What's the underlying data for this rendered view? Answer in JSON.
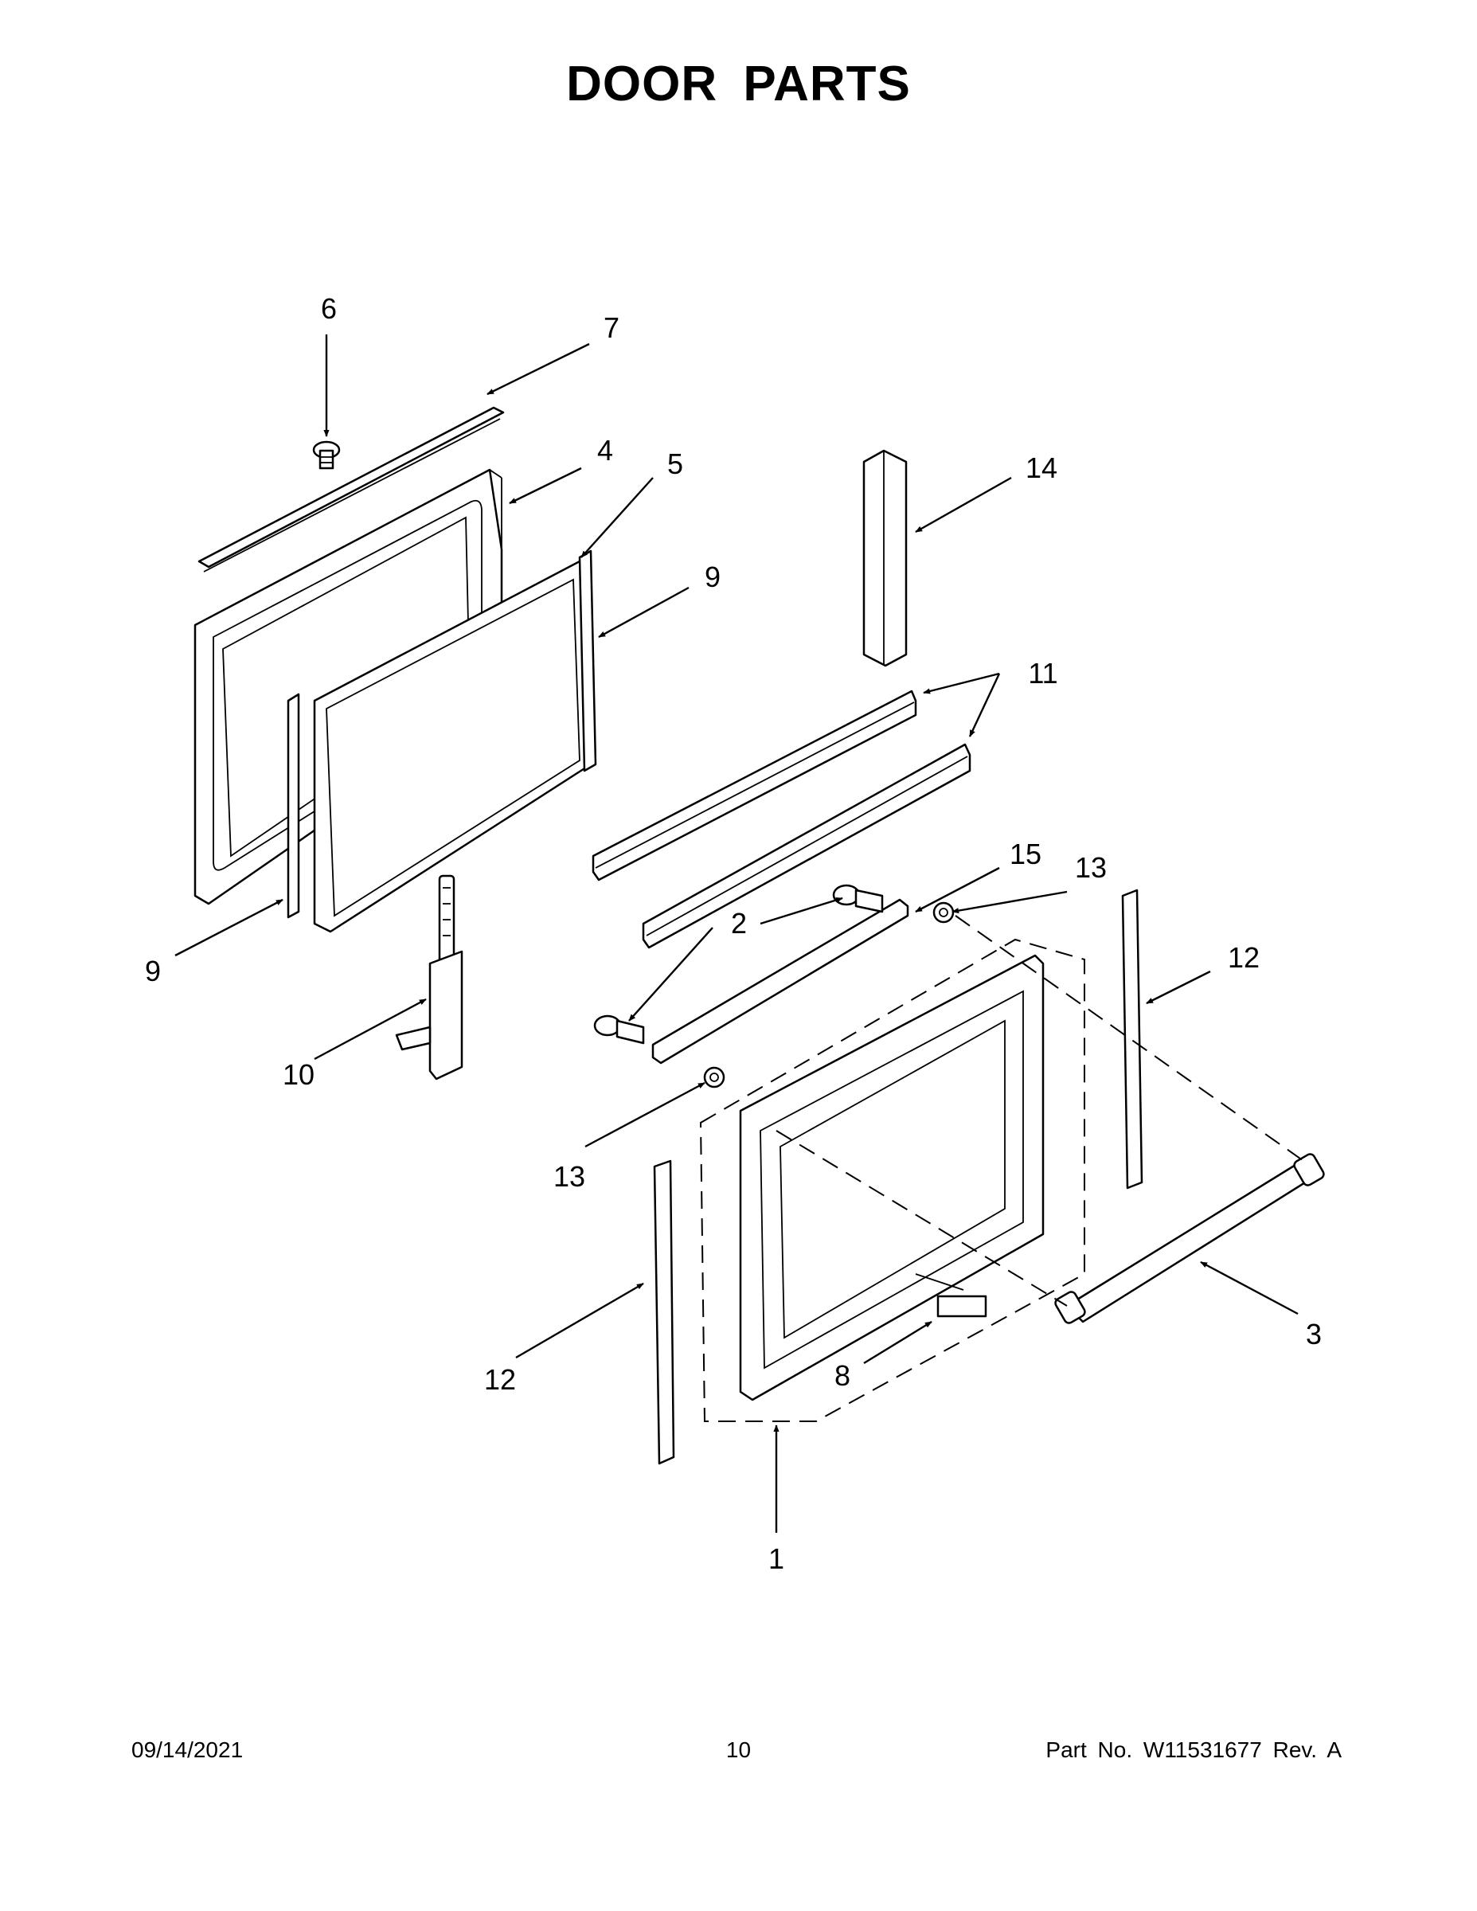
{
  "title": "DOOR PARTS",
  "callouts": [
    {
      "id": "c1",
      "label": "1"
    },
    {
      "id": "c2",
      "label": "2"
    },
    {
      "id": "c3",
      "label": "3"
    },
    {
      "id": "c4",
      "label": "4"
    },
    {
      "id": "c5",
      "label": "5"
    },
    {
      "id": "c6",
      "label": "6"
    },
    {
      "id": "c7",
      "label": "7"
    },
    {
      "id": "c8",
      "label": "8"
    },
    {
      "id": "c9a",
      "label": "9"
    },
    {
      "id": "c9b",
      "label": "9"
    },
    {
      "id": "c10",
      "label": "10"
    },
    {
      "id": "c11",
      "label": "11"
    },
    {
      "id": "c12a",
      "label": "12"
    },
    {
      "id": "c12b",
      "label": "12"
    },
    {
      "id": "c13a",
      "label": "13"
    },
    {
      "id": "c13b",
      "label": "13"
    },
    {
      "id": "c14",
      "label": "14"
    },
    {
      "id": "c15",
      "label": "15"
    }
  ],
  "footer": {
    "date": "09/14/2021",
    "page": "10",
    "part_number": "Part No.  W11531677  Rev.  A"
  }
}
